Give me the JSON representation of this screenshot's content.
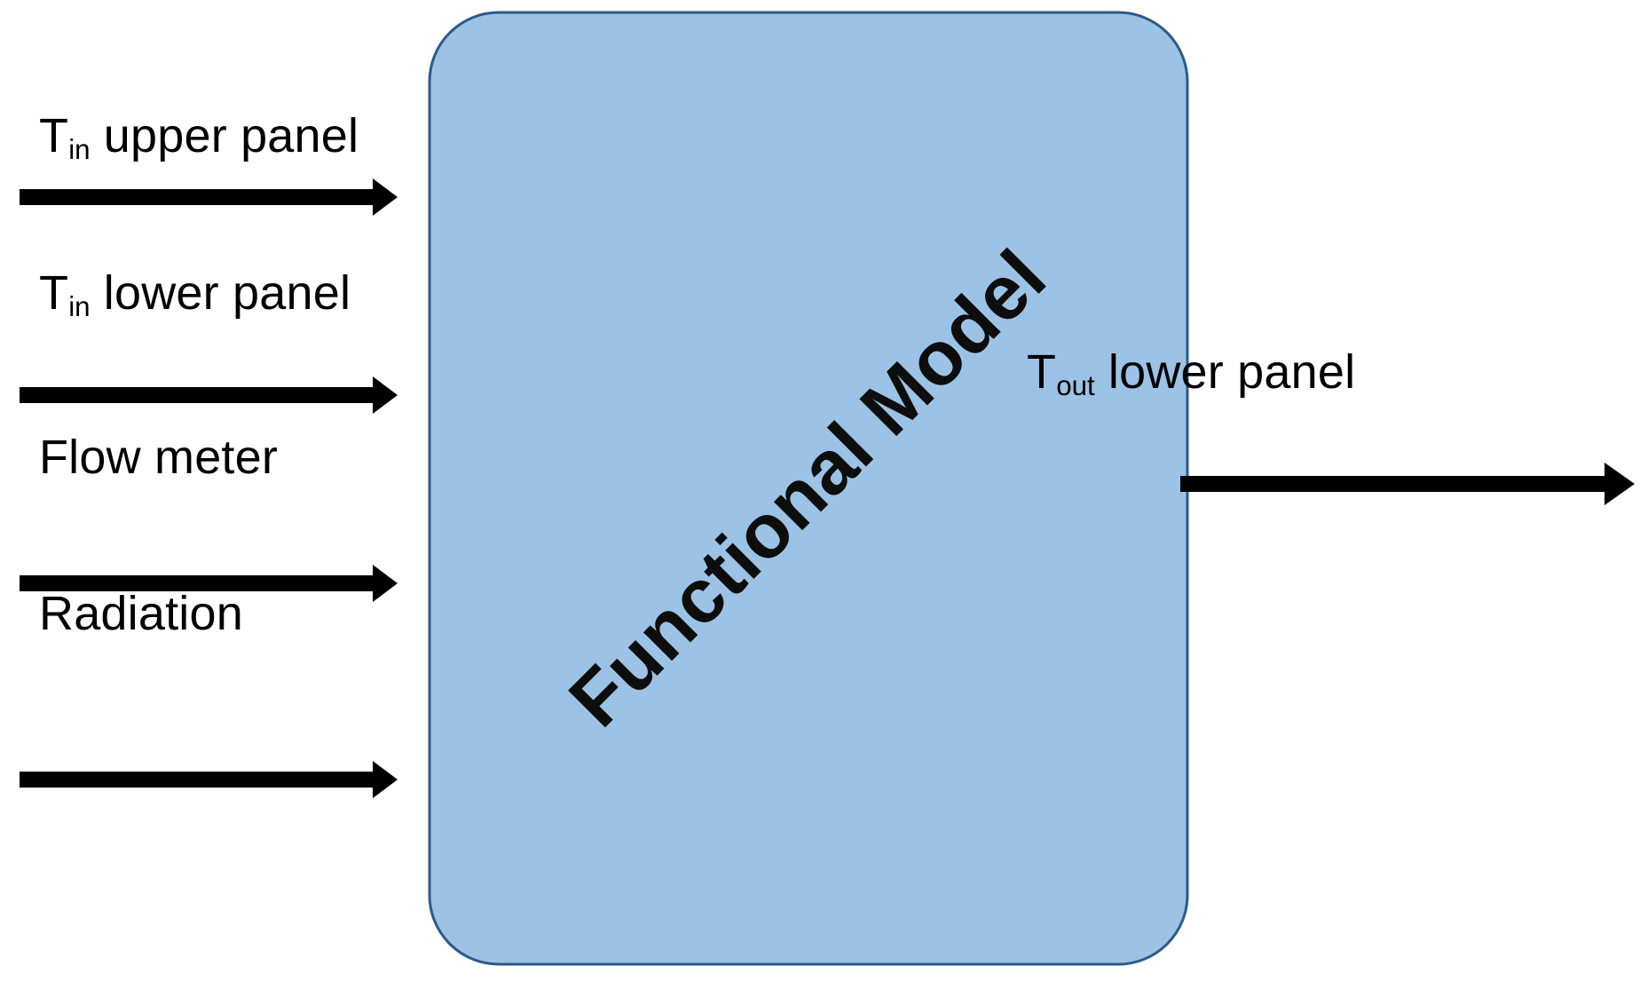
{
  "diagram": {
    "type": "block-diagram",
    "title": "Functional Model input/output block diagram",
    "block": {
      "label_prefix": "Functional",
      "label_suffix": "Model",
      "label": "Functional Model",
      "fill_color": "#9CC3E5",
      "border_color": "#2E5A87",
      "rotation_degrees": -45
    },
    "arrow_color": "#000000",
    "inputs": [
      {
        "symbol": "T",
        "subscript": "in",
        "text": " upper panel",
        "label": "T_in upper panel",
        "icon": "arrow-right-icon"
      },
      {
        "symbol": "T",
        "subscript": "in",
        "text": " lower panel",
        "label": "T_in lower panel",
        "icon": "arrow-right-icon"
      },
      {
        "symbol": "",
        "subscript": "",
        "text": "Flow meter",
        "label": "Flow meter",
        "icon": "arrow-right-icon"
      },
      {
        "symbol": "",
        "subscript": "",
        "text": "Radiation",
        "label": "Radiation",
        "icon": "arrow-right-icon"
      }
    ],
    "outputs": [
      {
        "symbol": "T",
        "subscript": "out",
        "text": " lower panel",
        "label": "T_out lower panel",
        "icon": "arrow-right-icon"
      }
    ]
  }
}
